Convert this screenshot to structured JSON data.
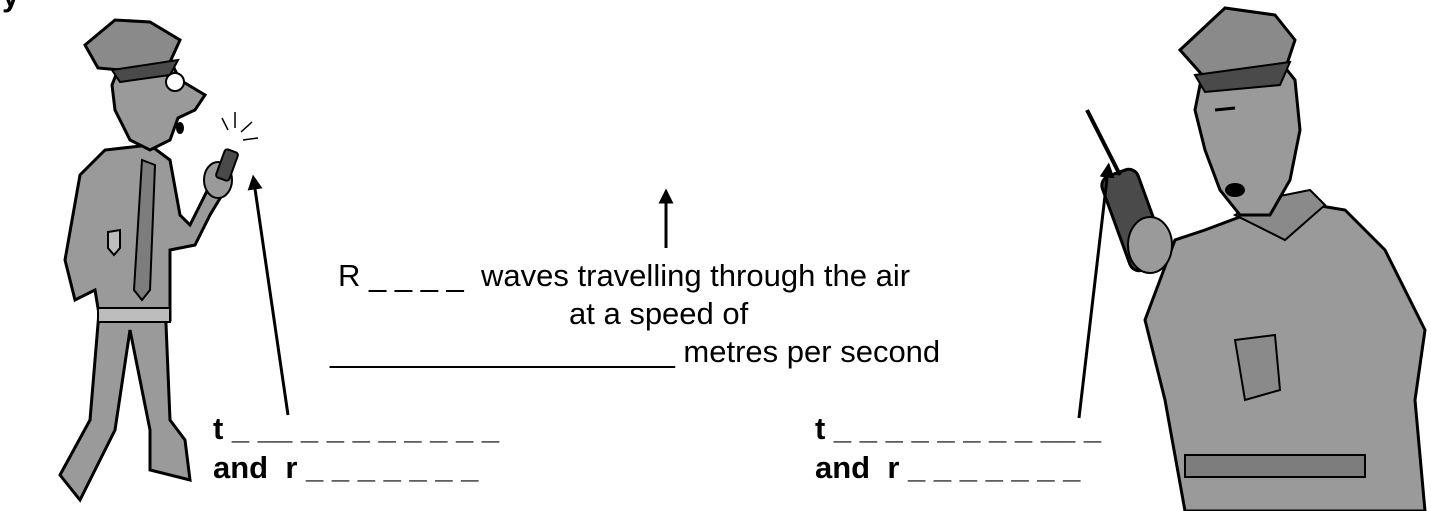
{
  "corner_letter": "y",
  "center": {
    "line1": "R _ _ _ _  waves travelling through the air",
    "line2": "at a speed of",
    "line3": "____________________ metres per second"
  },
  "left_label": {
    "line1": "t _ __ _ _ _ _ _ _ _ _",
    "line2": "and  r _ _ _ _ _ _ _"
  },
  "right_label": {
    "line1": "t _ _ _ _ _ _ _ _ __ _",
    "line2": "and  r _ _ _ _ _ _ _"
  },
  "colors": {
    "ink": "#000000",
    "figure_fill": "#9a9a9a",
    "figure_shade": "#7d7d7d"
  }
}
